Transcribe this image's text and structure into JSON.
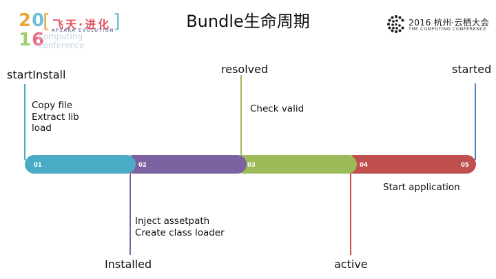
{
  "logo": {
    "year_digits": [
      "2",
      "0",
      "1",
      "6"
    ],
    "bracket_open": "[",
    "bracket_close": "]",
    "chinese": "飞天·进化",
    "apsara": "APSARA EVOLUTION",
    "sub_line1": "computing",
    "sub_line2": "conference",
    "colors": [
      "#e9a640",
      "#6cc3d6",
      "#9fcf6b",
      "#e86f8a"
    ]
  },
  "title": "Bundle生命周期",
  "conference": {
    "main": "2016 杭州·云栖大会",
    "sub": "THE COMPUTING CONFERENCE"
  },
  "timeline": {
    "segments": [
      {
        "number": "01",
        "color": "#4aabc5"
      },
      {
        "number": "02",
        "color": "#7d62a1"
      },
      {
        "number": "03",
        "color": "#9bbb59"
      },
      {
        "number": "04",
        "color": "#c0504d"
      },
      {
        "number": "05",
        "color": "#c0504d"
      }
    ],
    "milestones": [
      {
        "label": "startInstall",
        "color": "#4aabc5"
      },
      {
        "label": "resolved",
        "color": "#9bbb59"
      },
      {
        "label": "started",
        "color": "#4f81bd"
      },
      {
        "label": "Installed",
        "color": "#8064a2"
      },
      {
        "label": "active",
        "color": "#c0504d"
      }
    ],
    "notes": {
      "install_steps": [
        "Copy file",
        "Extract lib",
        "load"
      ],
      "resolve_step": "Check valid",
      "installed_steps": [
        "Inject assetpath",
        "Create class loader"
      ],
      "start_step": "Start application"
    }
  }
}
